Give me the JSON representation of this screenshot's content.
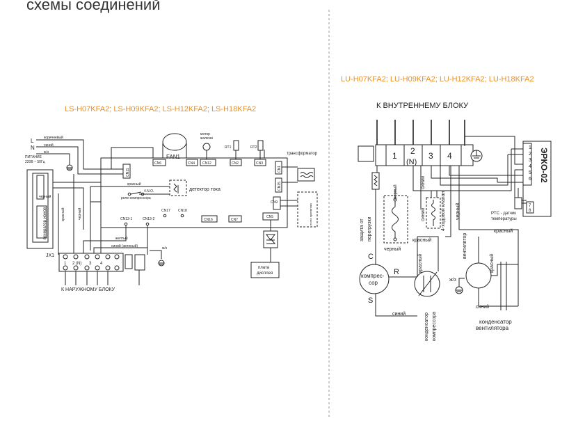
{
  "page": {
    "heading": "схемы соединений"
  },
  "left": {
    "models": "LS-H07KFA2; LS-H09KFA2; LS-H12KFA2; LS-H18KFA2",
    "supply": {
      "L": "L",
      "N": "N",
      "brown": "коричневый",
      "blue": "синий",
      "yg": "ж/з",
      "power1": "ПИТАНИЕ",
      "power2": "220В ~ 50Гц"
    },
    "fan": "FAN1",
    "motor1": "мотор",
    "motor2": "жалюзи",
    "rt1": "RT1",
    "rt2": "RT2",
    "transformer": "трансформатор",
    "connectors": {
      "cn6": "CN6",
      "cn4": "CN4",
      "cn12": "CN12",
      "cn2": "CN2",
      "cn3": "CN3",
      "cn1": "CN1",
      "cn15": "CN15",
      "cn9": "CN9",
      "cn11": "CN11",
      "cn17": "CN17",
      "cn18": "CN18",
      "cn16": "CN16",
      "cn7": "CN7",
      "cn5": "CN5",
      "cn13_1": "CN13-1",
      "cn13_2": "CN13-2"
    },
    "current_detector": "детектор тока",
    "relay": "реле компрессора",
    "no4": "4.N.O.",
    "red": "красный",
    "black": "черный",
    "ion_gen": "генератор ионов",
    "yellow": "желтый",
    "blue_green": "синий (зеленый)",
    "yg2": "ж/з",
    "jx1": "JX1",
    "terminals": [
      "1",
      "2 (N)",
      "3",
      "4"
    ],
    "to_outdoor": "К НАРУЖНОМУ БЛОКУ",
    "display1": "плата",
    "display2": "дисплея",
    "receiver": "плата приемника"
  },
  "right": {
    "models": "LU-H07KFA2; LU-H09KFA2; LU-H12KFA2; LU-H18KFA2",
    "to_indoor": "К ВНУТРЕННЕМУ БЛОКУ",
    "terminals": [
      "1",
      "2",
      "(N)",
      "3",
      "4"
    ],
    "erko": "ЭРКО-02",
    "erko_pins": [
      "1",
      "2",
      "3",
      "4",
      "5",
      "6",
      "7",
      "8"
    ],
    "ptc1": "PTC - датчик",
    "ptc2": "температуры",
    "black": "черный",
    "blue": "синий",
    "red": "красный",
    "valve": "4-ходовой клапан",
    "overload1": "защита от",
    "overload2": "перегрузки",
    "fan_label": "вентилятор",
    "comp1": "компрес-",
    "comp2": "сор",
    "C": "C",
    "R": "R",
    "S": "S",
    "yg": "ж/з",
    "comp_cap1": "конденсатор",
    "comp_cap2": "компрессора",
    "fan_cap1": "конденсатор",
    "fan_cap2": "вентилятора"
  }
}
